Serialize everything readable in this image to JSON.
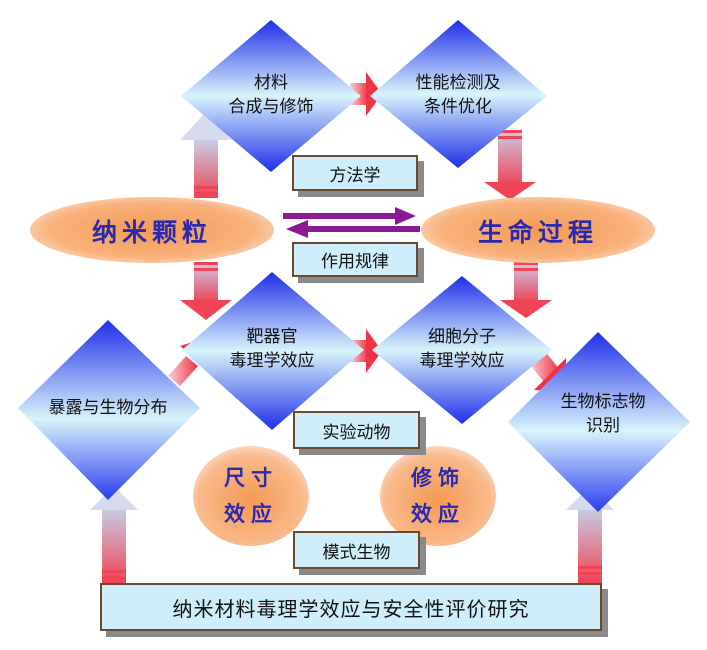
{
  "diagram": {
    "title": "纳米材料毒理学效应与安全性评价研究",
    "nodes": {
      "material_synthesis": "材料\n合成与修饰",
      "performance_test": "性能检测及\n条件优化",
      "nanoparticle": "纳米颗粒",
      "life_process": "生命过程",
      "methodology": "方法学",
      "action_law": "作用规律",
      "target_organ": "靶器官\n毒理学效应",
      "cell_molecule": "细胞分子\n毒理学效应",
      "exposure_distribution": "暴露与生物分布",
      "biomarker": "生物标志物\n识别",
      "lab_animal": "实验动物",
      "size_effect": "尺寸\n效应",
      "modification_effect": "修饰\n效应",
      "model_organism": "模式生物"
    },
    "connections": [
      {
        "from": "nanoparticle",
        "to": "material_synthesis",
        "type": "arrow"
      },
      {
        "from": "material_synthesis",
        "to": "performance_test",
        "type": "arrow"
      },
      {
        "from": "performance_test",
        "to": "life_process",
        "type": "arrow"
      },
      {
        "from": "nanoparticle",
        "to": "life_process",
        "type": "bidirectional"
      },
      {
        "from": "nanoparticle",
        "to": "target_organ",
        "type": "arrow"
      },
      {
        "from": "life_process",
        "to": "cell_molecule",
        "type": "arrow"
      },
      {
        "from": "exposure_distribution",
        "to": "target_organ",
        "type": "arrow"
      },
      {
        "from": "target_organ",
        "to": "cell_molecule",
        "type": "arrow"
      },
      {
        "from": "cell_molecule",
        "to": "biomarker",
        "type": "arrow"
      },
      {
        "from": "title",
        "to": "exposure_distribution",
        "type": "arrow"
      },
      {
        "from": "title",
        "to": "biomarker",
        "type": "arrow"
      }
    ],
    "colors": {
      "diamond_top": "#1e2ee8",
      "diamond_mid": "#d8f4fb",
      "ellipse_fill": "#f6a86a",
      "box_fill": "#cdeefa",
      "box_border": "#6b4a2e",
      "arrow_red": "#ee4455",
      "bidirectional_arrow": "#8a1a96",
      "label_blue": "#2a2ab0"
    }
  }
}
